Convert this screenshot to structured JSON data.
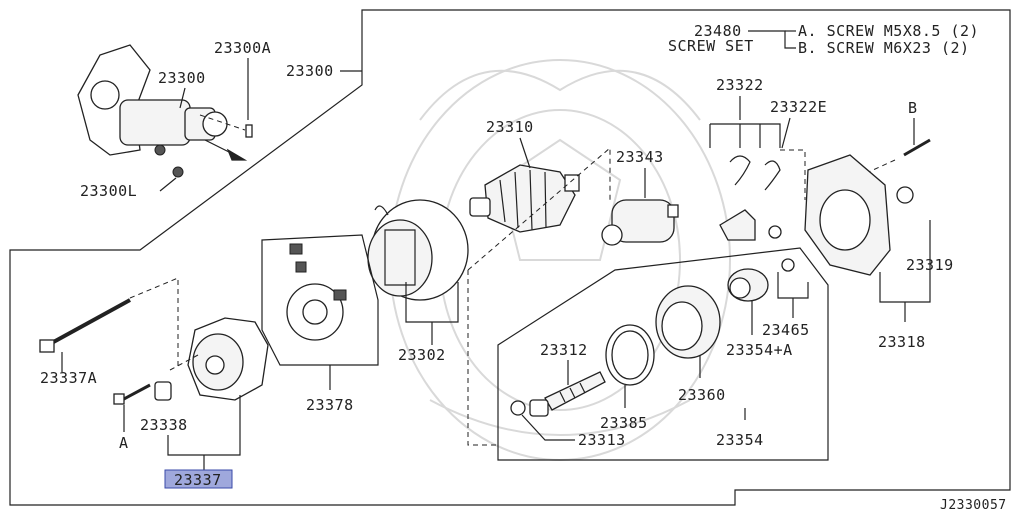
{
  "diagram": {
    "diagram_code": "J2330057",
    "selected_part": "23337",
    "screw_set": {
      "part_no": "23480",
      "name": "SCREW SET",
      "item_a": "A. SCREW M5X8.5 (2)",
      "item_b": "B. SCREW M6X23 (2)"
    },
    "callouts": {
      "p23300A": "23300A",
      "p23300_inset": "23300",
      "p23300_main": "23300",
      "p23300L": "23300L",
      "p23310": "23310",
      "p23343": "23343",
      "p23322": "23322",
      "p23322E": "23322E",
      "refB": "B",
      "p23319": "23319",
      "p23318": "23318",
      "p23465": "23465",
      "p23354A": "23354+A",
      "p23302": "23302",
      "p23378": "23378",
      "p23337A": "23337A",
      "refA": "A",
      "p23338": "23338",
      "p23337": "23337",
      "p23312": "23312",
      "p23385": "23385",
      "p23360": "23360",
      "p23313": "23313",
      "p23354": "23354"
    }
  }
}
